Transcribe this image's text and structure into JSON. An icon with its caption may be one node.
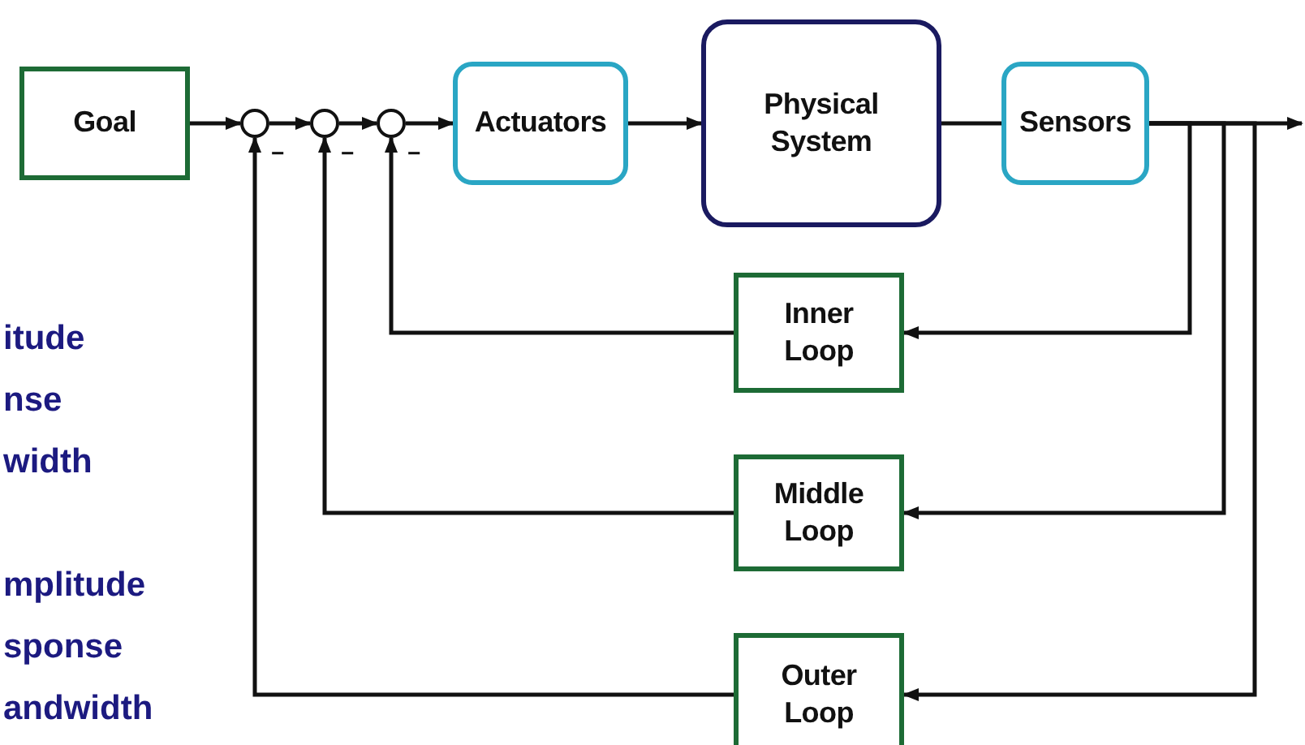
{
  "diagram": {
    "nodes": [
      {
        "text": [
          "Goal"
        ]
      },
      {
        "text": [],
        "shape": "circle",
        "beside": [
          "−"
        ]
      },
      {
        "text": [],
        "shape": "circle",
        "beside": [
          "−"
        ]
      },
      {
        "text": [],
        "shape": "circle",
        "beside": [
          "−"
        ]
      },
      {
        "text": [
          "Actuators"
        ]
      },
      {
        "text": [
          "Physical System"
        ]
      },
      {
        "text": [
          "Sensors"
        ]
      },
      {
        "text": [
          "Inner Loop"
        ]
      },
      {
        "text": [
          "Middle Loop"
        ]
      },
      {
        "text": [
          "Outer Loop"
        ]
      }
    ],
    "edges": [
      {
        "from": 0,
        "to": 1,
        "arrow": "to"
      },
      {
        "from": 1,
        "to": 2,
        "arrow": "to"
      },
      {
        "from": 2,
        "to": 3,
        "arrow": "to"
      },
      {
        "from": 3,
        "to": 4,
        "arrow": "to"
      },
      {
        "from": 4,
        "to": 5,
        "arrow": "to"
      },
      {
        "from": 5,
        "to": 6,
        "arrow": "none"
      },
      {
        "from": 6,
        "to": null,
        "arrow": "to"
      },
      {
        "from": 6,
        "to": 7,
        "arrow": "to"
      },
      {
        "from": 6,
        "to": 8,
        "arrow": "to"
      },
      {
        "from": 6,
        "to": 9,
        "arrow": "to"
      },
      {
        "from": 7,
        "to": 3,
        "arrow": "to"
      },
      {
        "from": 8,
        "to": 2,
        "arrow": "to"
      },
      {
        "from": 9,
        "to": 1,
        "arrow": "to"
      }
    ],
    "labels": [
      "itude",
      "nse",
      "width",
      "mplitude",
      "sponse",
      "andwidth"
    ]
  }
}
